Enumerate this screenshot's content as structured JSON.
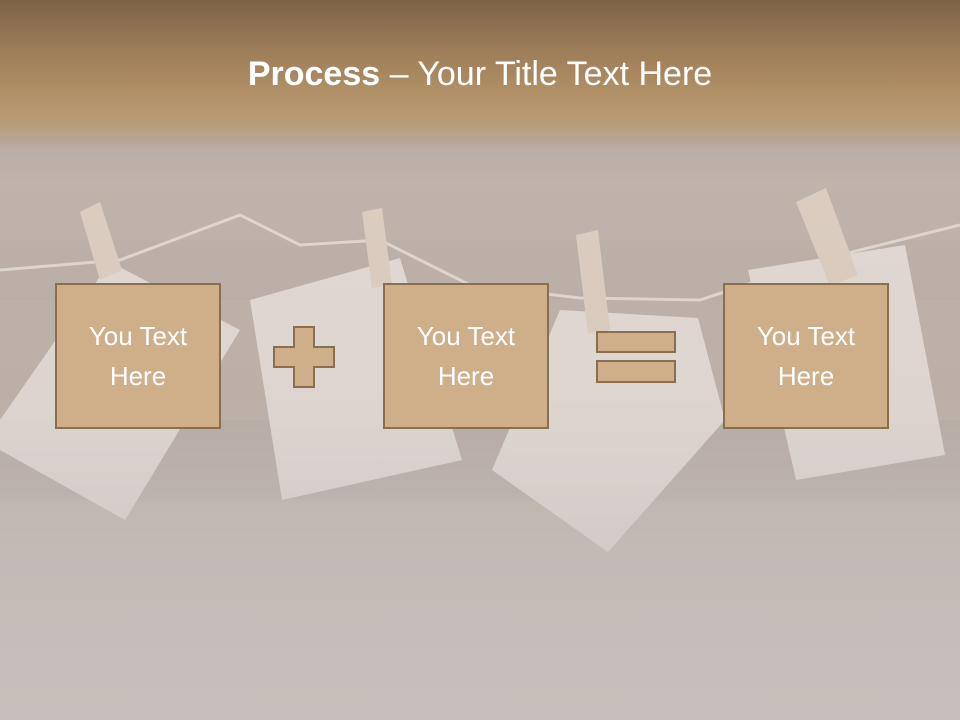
{
  "slide": {
    "title_bold": "Process",
    "title_rest": " – Your Title Text Here"
  },
  "process": {
    "boxes": [
      {
        "label": "You Text Here"
      },
      {
        "label": "You Text Here"
      },
      {
        "label": "You Text Here"
      }
    ],
    "operators": [
      "plus-icon",
      "equals-icon"
    ]
  },
  "colors": {
    "box_fill": "#cfae8a",
    "box_border": "#8a6e50",
    "title_band": "#b08f66",
    "text": "#ffffff"
  }
}
